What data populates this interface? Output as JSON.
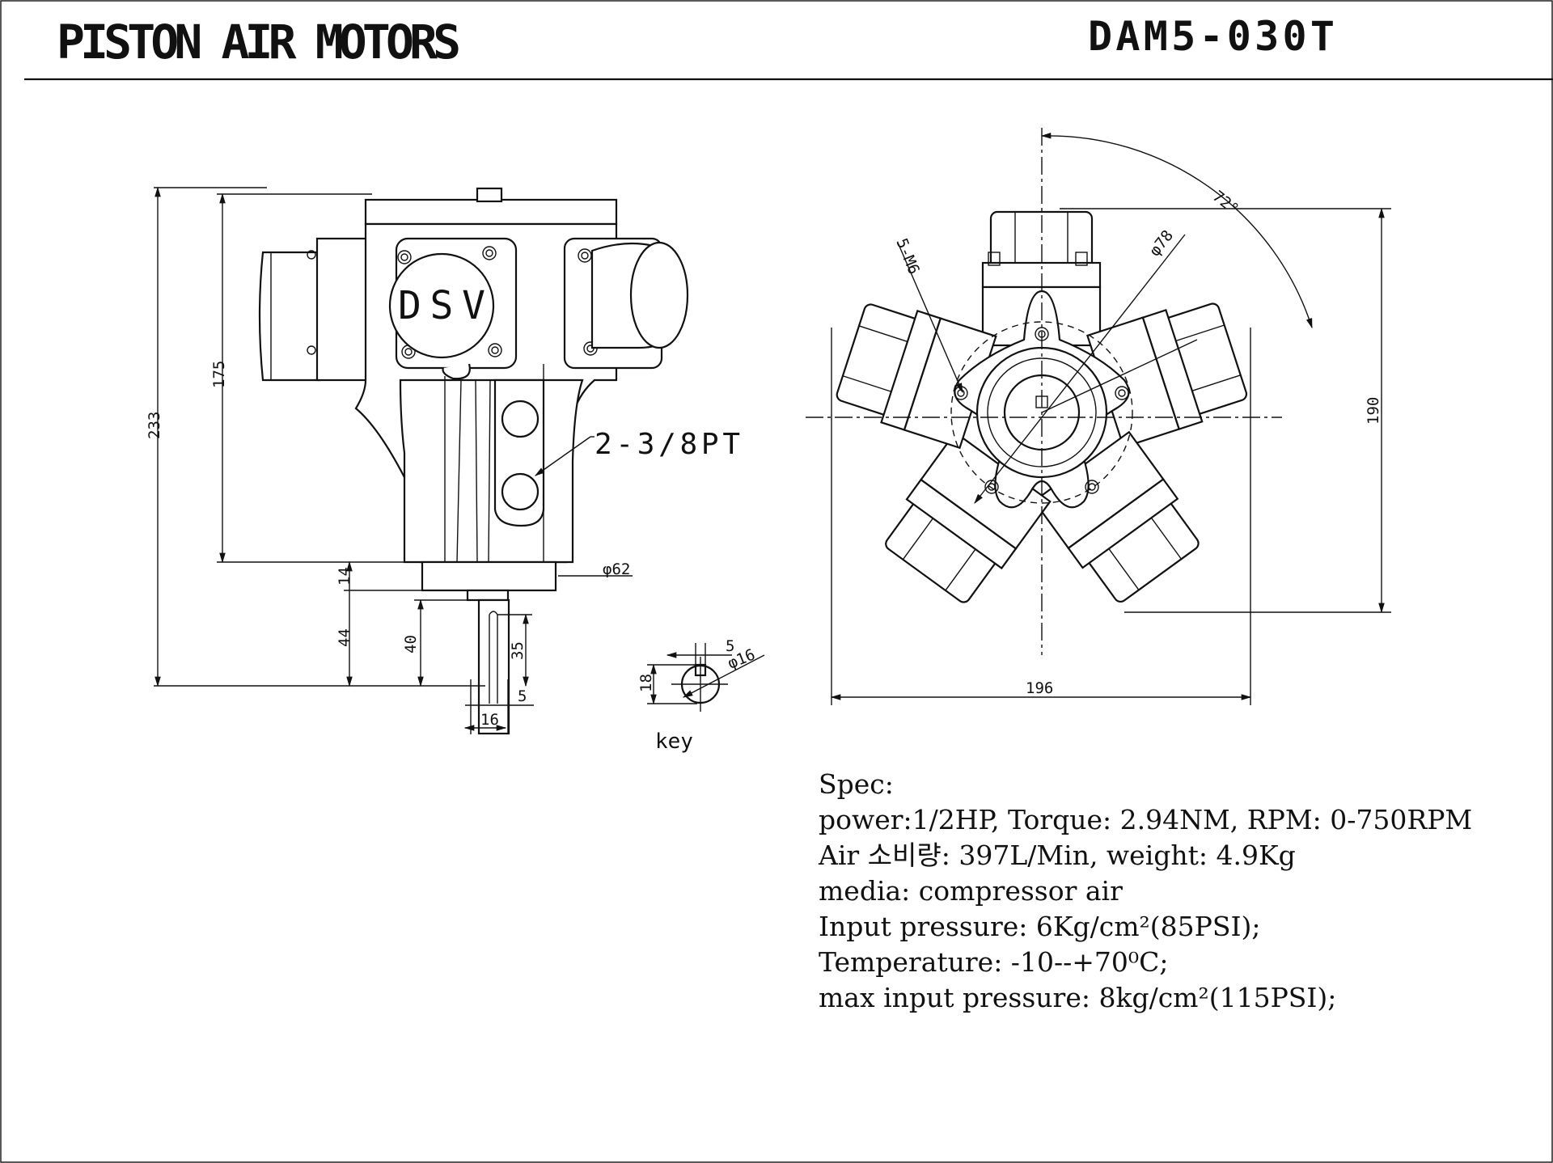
{
  "header": {
    "title": "PISTON AIR MOTORS",
    "model": "DAM5-030T"
  },
  "side_view": {
    "valve_label": "DSV",
    "port_label": "2-3/8PT",
    "dims": {
      "d233": "233",
      "d175": "175",
      "d14": "14",
      "d44": "44",
      "d40": "40",
      "d35": "35",
      "d5": "5",
      "d16": "16",
      "d62": "φ62"
    }
  },
  "key_detail": {
    "label": "key",
    "dims": {
      "d5": "5",
      "d16": "φ16",
      "d18": "18"
    }
  },
  "front_view": {
    "dims": {
      "angle": "72°",
      "bolts": "5-M6",
      "pcd": "φ78",
      "height": "190",
      "width": "196"
    }
  },
  "spec": {
    "heading": "Spec:",
    "lines": [
      "power:1/2HP, Torque: 2.94NM, RPM: 0-750RPM",
      "Air 소비량: 397L/Min, weight: 4.9Kg",
      "media: compressor air",
      "Input pressure: 6Kg/cm²(85PSI);",
      "Temperature: -10--+70⁰C;",
      "max input pressure: 8kg/cm²(115PSI);"
    ]
  }
}
